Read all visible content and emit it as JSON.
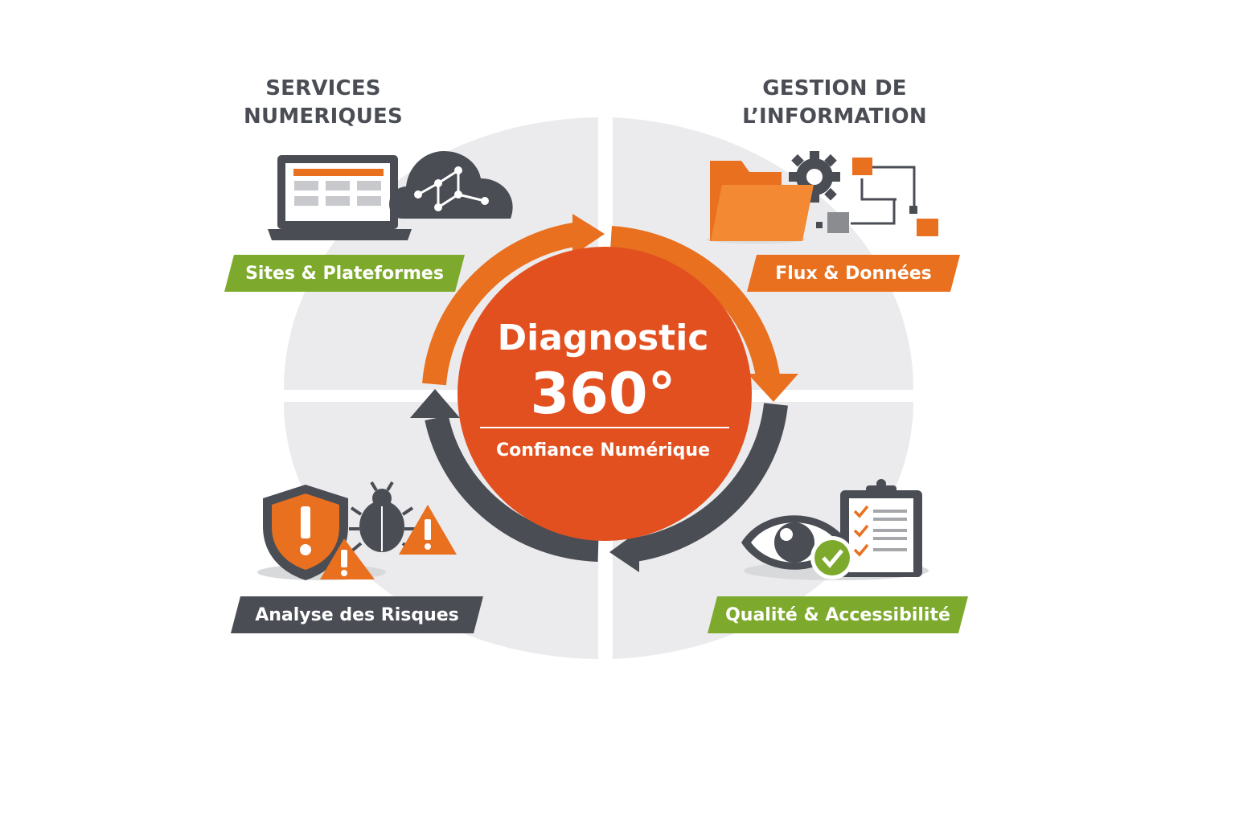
{
  "quadrants": {
    "top_left": {
      "heading_line1": "SERVICES",
      "heading_line2": "NUMERIQUES",
      "banner": "Sites & Plateformes",
      "icon": "laptop-cloud-network-icon"
    },
    "top_right": {
      "heading_line1": "GESTION DE",
      "heading_line2": "L’INFORMATION",
      "banner": "Flux & Données",
      "icon": "folder-gear-flow-icon"
    },
    "bottom_left": {
      "banner": "Analyse des Risques",
      "icon": "shield-bug-warning-icon"
    },
    "bottom_right": {
      "banner": "Qualité & Accessibilité",
      "icon": "eye-checklist-icon"
    }
  },
  "center": {
    "title": "Diagnostic",
    "number": "360°",
    "subtitle": "Confiance Numérique"
  },
  "colors": {
    "orange": "#e8701f",
    "red_orange": "#e3501f",
    "green": "#7daa2d",
    "dark_gray": "#4a4d54",
    "light_gray": "#ebebed"
  }
}
